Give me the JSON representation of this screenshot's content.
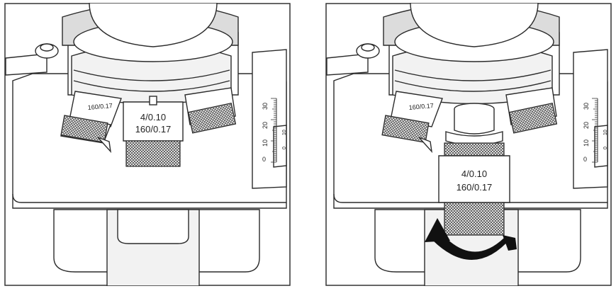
{
  "figure": {
    "left_panel": {
      "objective_front_text_line1": "4/0.10",
      "objective_front_text_line2": "160/0.17",
      "objective_left_text": "160/0.17"
    },
    "right_panel": {
      "objective_removed_text_line1": "4/0.10",
      "objective_removed_text_line2": "160/0.17",
      "objective_left_text": "160/0.17",
      "rotation_arrow": "curved-rotation-arrow"
    },
    "scale_ticks": [
      "30",
      "20",
      "10",
      "0"
    ],
    "vernier_ticks": [
      "10",
      "0"
    ]
  }
}
